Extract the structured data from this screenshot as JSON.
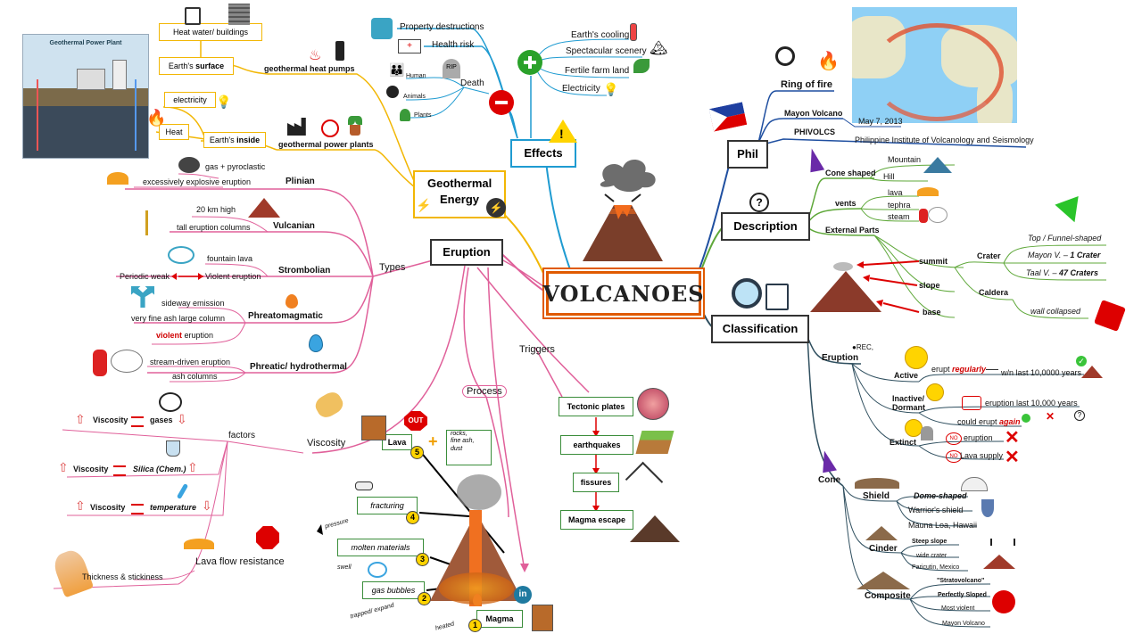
{
  "center": "VOLCANOES",
  "branches": {
    "geothermal": "Geothermal Energy",
    "effects": "Effects",
    "eruption": "Eruption",
    "phil": "Phil",
    "description": "Description",
    "classification": "Classification"
  },
  "geo": {
    "diagram_title": "Geothermal Power Plant",
    "heat_water": "Heat water/ buildings",
    "earths_surface": "Earth's ",
    "surface": "surface",
    "heat_pumps": "geothermal heat pumps",
    "electricity": "electricity",
    "heat": "Heat",
    "earths_inside": "Earth's ",
    "inside": "inside",
    "power_plants": "geothermal power plants"
  },
  "effects": {
    "property": "Property destructions",
    "health": "Health risk",
    "human": "Human",
    "death": "Death",
    "animals": "Animals",
    "plants": "Plants",
    "cooling": "Earth's cooling",
    "scenery": "Spectacular scenery",
    "farm": "Fertile farm land",
    "electricity": "Electricity"
  },
  "phil": {
    "ring": "Ring of fire",
    "mayon": "Mayon Volcano",
    "mayon_date": "May 7, 2013",
    "phivolcs": "PHIVOLCS",
    "phivolcs_full": "Philippine Institute of Volcanology and Seismology"
  },
  "desc": {
    "cone": "Cone shaped",
    "mountain": "Mountain",
    "hill": "Hill",
    "vents": "vents",
    "lava": "lava",
    "tephra": "tephra",
    "steam": "steam",
    "external": "External Parts",
    "summit": "summit",
    "slope": "slope",
    "base": "base",
    "crater": "Crater",
    "funnel": "Top / Funnel-shaped",
    "mayon_crater": "Mayon V. – ",
    "mayon_crater_b": "1 Crater",
    "taal_crater": "Taal V. – ",
    "taal_crater_b": "47 Craters",
    "caldera": "Caldera",
    "wall": "wall collapsed"
  },
  "types": {
    "label": "Types",
    "plinian": "Plinian",
    "plinian_1": "gas  + pyroclastic",
    "plinian_2": "excessively explosive eruption",
    "vulcanian": "Vulcanian",
    "vulcanian_1": "20 km high",
    "vulcanian_2": "tall eruption columns",
    "strombolian": "Strombolian",
    "strombolian_1": "fountain lava",
    "periodic": "Periodic weak",
    "violent": "Violent eruption",
    "phreatomagmatic": "Phreatomagmatic",
    "pm_1": "sideway emission",
    "pm_2": "very fine ash large column",
    "pm_3a": "violent",
    "pm_3b": " eruption",
    "phreatic": "Phreatic/  hydrothermal",
    "ph_1": "stream-driven eruption",
    "ph_2": "ash columns"
  },
  "viscosity": {
    "label": "Viscosity",
    "factors": "factors",
    "v": "Viscosity",
    "gases": "gases",
    "silica": "Silica (Chem.)",
    "temperature": "temperature",
    "resistance": "Lava flow resistance",
    "thickness": "Thickness  & stickiness"
  },
  "process": {
    "label": "Process",
    "lava": "Lava",
    "rocks": "rocks,\nfine ash,\ndust",
    "fracturing": "fracturing",
    "molten": "molten materials",
    "gas": "gas bubbles",
    "magma": "Magma",
    "pressure": "pressure",
    "swell": "swell",
    "trapped": "trapped/ expand",
    "heated": "heated",
    "n1": "1",
    "n2": "2",
    "n3": "3",
    "n4": "4",
    "n5": "5",
    "out": "OUT"
  },
  "triggers": {
    "label": "Triggers",
    "tectonic": "Tectonic plates",
    "earthquakes": "earthquakes",
    "fissures": "fissures",
    "magma_escape": "Magma escape"
  },
  "class": {
    "eruption": "Eruption",
    "rec": "●REC,",
    "active": "Active",
    "active_1a": "erupt ",
    "active_1b": "regularly",
    "active_2": "w/n last 10,0000 years",
    "inactive": "Inactive/\nDormant",
    "inactive_1": "eruption last 10,000 years",
    "inactive_2a": "could erupt ",
    "inactive_2b": "again",
    "extinct": "Extinct",
    "extinct_1": "eruption",
    "extinct_2": "Lava supply",
    "no": "NO",
    "cone": "Cone",
    "shield": "Shield",
    "dome": "Dome-shaped",
    "warrior": "Warrior's shield",
    "mauna": "Mauna Loa, Hawaii",
    "cinder": "Cinder",
    "steep": "Steep slope",
    "wide": "wide crater",
    "paricutin": "Paricutin, Mexico",
    "composite": "Composite",
    "strato": "\"Stratovolcano\"",
    "perfect": "Perfectly Sloped",
    "most": "Most violent",
    "mayon": "Mayon Volcano"
  },
  "colors": {
    "geothermal": "#f2b705",
    "effects": "#1f9bd1",
    "eruption": "#e0609a",
    "types": "#e0609a",
    "phil": "#1f4fa0",
    "description": "#5fa83a",
    "classification": "#2f4f5f",
    "center_border": "#e05a00"
  }
}
